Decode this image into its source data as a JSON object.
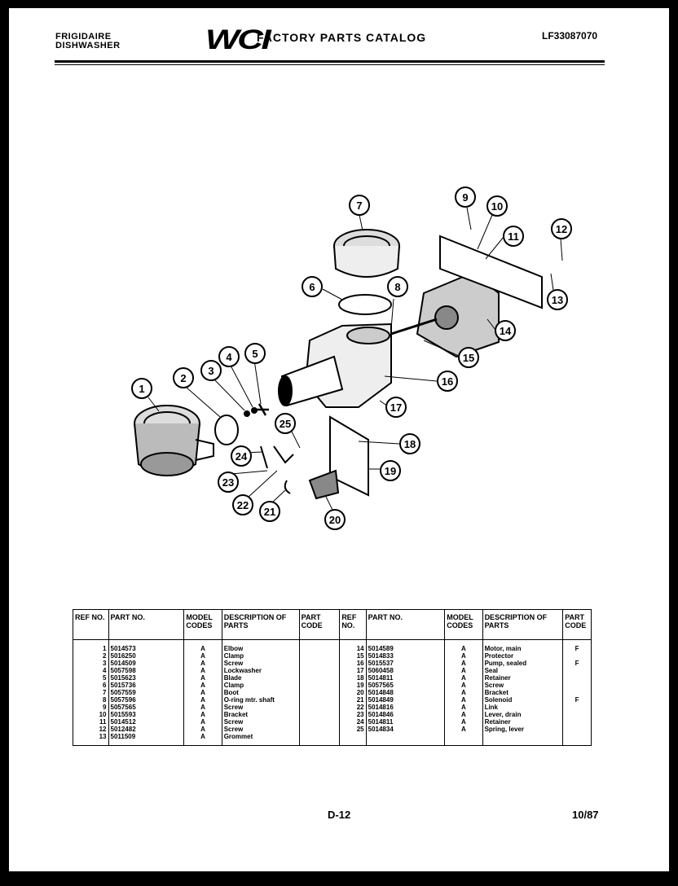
{
  "header": {
    "brand_line1": "FRIGIDAIRE",
    "brand_line2": "DISHWASHER",
    "logo": "WCI",
    "title": "FACTORY PARTS CATALOG",
    "model": "LF33087070"
  },
  "table": {
    "headers": {
      "ref_no": "REF NO.",
      "part_no": "PART NO.",
      "model_codes": "MODEL CODES",
      "description": "DESCRIPTION OF PARTS",
      "part_code": "PART CODE"
    },
    "left": [
      {
        "ref": "1",
        "part": "5014573",
        "code": "A",
        "desc": "Elbow",
        "pc": ""
      },
      {
        "ref": "2",
        "part": "5016250",
        "code": "A",
        "desc": "Clamp",
        "pc": ""
      },
      {
        "ref": "3",
        "part": "5014509",
        "code": "A",
        "desc": "Screw",
        "pc": ""
      },
      {
        "ref": "4",
        "part": "5057598",
        "code": "A",
        "desc": "Lockwasher",
        "pc": ""
      },
      {
        "ref": "5",
        "part": "5015623",
        "code": "A",
        "desc": "Blade",
        "pc": ""
      },
      {
        "ref": "6",
        "part": "5015736",
        "code": "A",
        "desc": "Clamp",
        "pc": ""
      },
      {
        "ref": "7",
        "part": "5057559",
        "code": "A",
        "desc": "Boot",
        "pc": ""
      },
      {
        "ref": "8",
        "part": "5057596",
        "code": "A",
        "desc": "O-ring mtr. shaft",
        "pc": ""
      },
      {
        "ref": "9",
        "part": "5057565",
        "code": "A",
        "desc": "Screw",
        "pc": ""
      },
      {
        "ref": "10",
        "part": "5015593",
        "code": "A",
        "desc": "Bracket",
        "pc": ""
      },
      {
        "ref": "11",
        "part": "5014512",
        "code": "A",
        "desc": "Screw",
        "pc": ""
      },
      {
        "ref": "12",
        "part": "5012482",
        "code": "A",
        "desc": "Screw",
        "pc": ""
      },
      {
        "ref": "13",
        "part": "5011509",
        "code": "A",
        "desc": "Grommet",
        "pc": ""
      }
    ],
    "right": [
      {
        "ref": "14",
        "part": "5014589",
        "code": "A",
        "desc": "Motor, main",
        "pc": "F"
      },
      {
        "ref": "15",
        "part": "5014833",
        "code": "A",
        "desc": "Protector",
        "pc": ""
      },
      {
        "ref": "16",
        "part": "5015537",
        "code": "A",
        "desc": "Pump, sealed",
        "pc": "F"
      },
      {
        "ref": "17",
        "part": "5060458",
        "code": "A",
        "desc": "Seal",
        "pc": ""
      },
      {
        "ref": "18",
        "part": "5014811",
        "code": "A",
        "desc": "Retainer",
        "pc": ""
      },
      {
        "ref": "19",
        "part": "5057565",
        "code": "A",
        "desc": "Screw",
        "pc": ""
      },
      {
        "ref": "20",
        "part": "5014848",
        "code": "A",
        "desc": "Bracket",
        "pc": ""
      },
      {
        "ref": "21",
        "part": "5014849",
        "code": "A",
        "desc": "Solenoid",
        "pc": "F"
      },
      {
        "ref": "22",
        "part": "5014816",
        "code": "A",
        "desc": "Link",
        "pc": ""
      },
      {
        "ref": "23",
        "part": "5014846",
        "code": "A",
        "desc": "Lever, drain",
        "pc": ""
      },
      {
        "ref": "24",
        "part": "5014811",
        "code": "A",
        "desc": "Retainer",
        "pc": ""
      },
      {
        "ref": "25",
        "part": "5014834",
        "code": "A",
        "desc": "Spring, lever",
        "pc": ""
      }
    ]
  },
  "callouts": [
    "1",
    "2",
    "3",
    "4",
    "5",
    "6",
    "7",
    "8",
    "9",
    "10",
    "11",
    "12",
    "13",
    "14",
    "15",
    "16",
    "17",
    "18",
    "19",
    "20",
    "21",
    "22",
    "23",
    "24",
    "25"
  ],
  "footer": {
    "page": "D-12",
    "date": "10/87"
  }
}
